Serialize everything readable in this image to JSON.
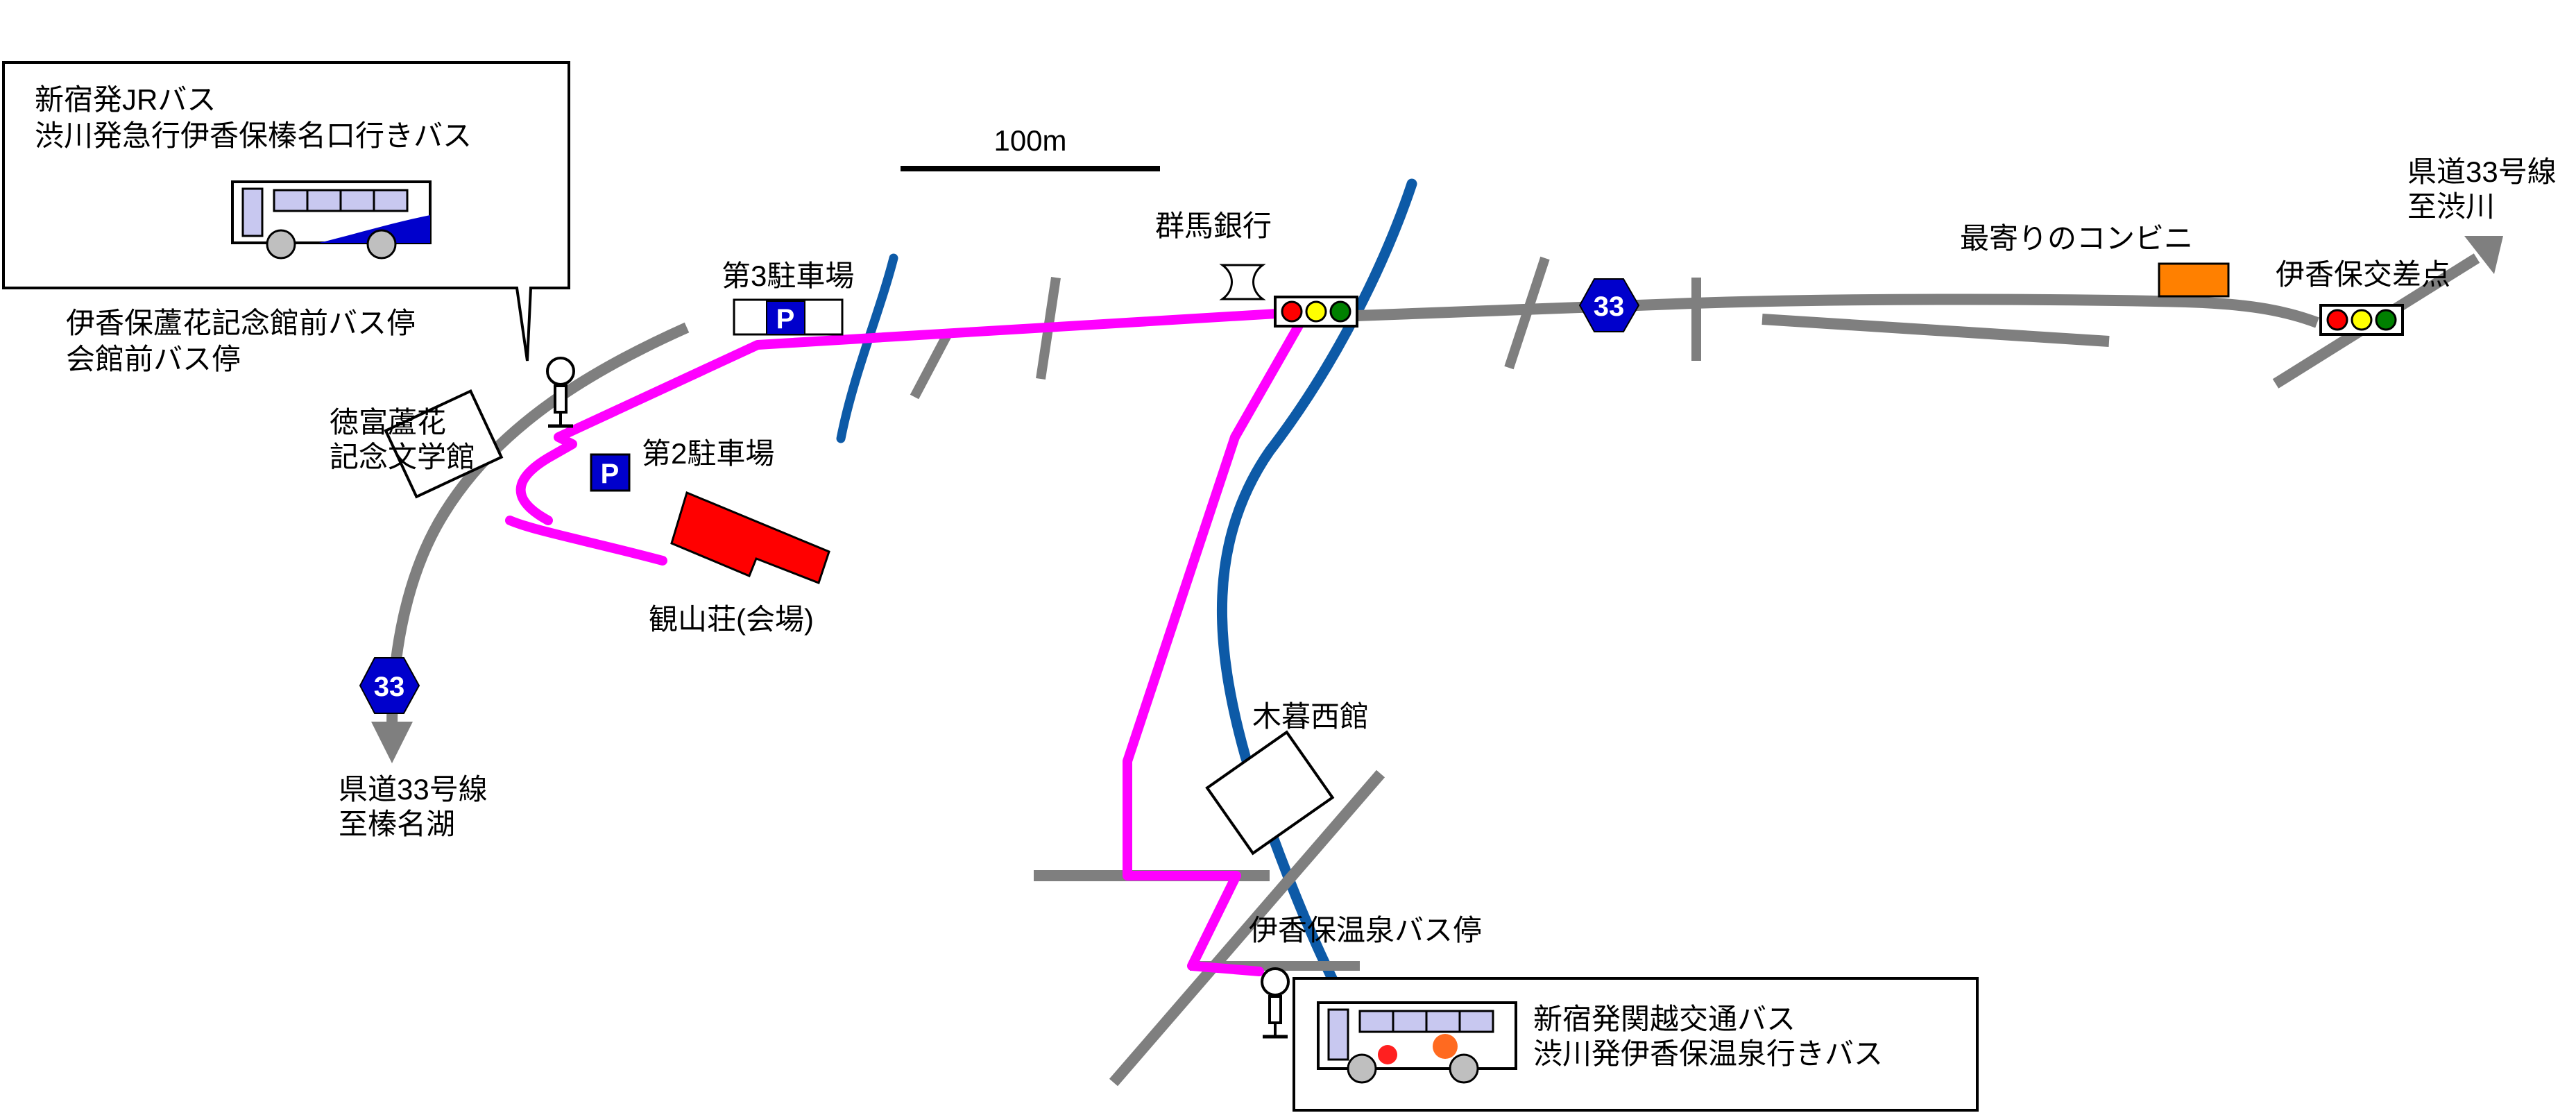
{
  "colors": {
    "route": "#ff00ff",
    "road": "#7f7f7f",
    "river": "#0d5aa7",
    "venue": "#ff0000",
    "convenience_store": "#ff8000",
    "route_badge": "#0000cc",
    "parking": "#0000cc",
    "bus_body": "#c8c8f0",
    "bus_stripe": "#0000cc",
    "light_red": "#ff0000",
    "light_yellow": "#ffff00",
    "light_green": "#008000"
  },
  "scale": {
    "label": "100m"
  },
  "callouts": {
    "jr_bus": {
      "line1": "新宿発JRバス",
      "line2": "渋川発急行伊香保榛名口行きバス"
    },
    "kanetsu_bus": {
      "line1": "新宿発関越交通バス",
      "line2": "渋川発伊香保温泉行きバス"
    }
  },
  "labels": {
    "roka_bus_stop_1": "伊香保蘆花記念館前バス停",
    "roka_bus_stop_2": "会館前バス停",
    "museum_1": "徳富蘆花",
    "museum_2": "記念文学館",
    "parking_3": "第3駐車場",
    "parking_2": "第2駐車場",
    "venue": "観山荘(会場)",
    "bank": "群馬銀行",
    "konbini": "最寄りのコンビニ",
    "ikaho_intersection": "伊香保交差点",
    "pref_road_east_1": "県道33号線",
    "pref_road_east_2": "至渋川",
    "pref_road_west_1": "県道33号線",
    "pref_road_west_2": "至榛名湖",
    "kogure": "木暮西館",
    "onsen_bus_stop": "伊香保温泉バス停"
  },
  "markers": {
    "route_number": "33",
    "parking_letter": "P"
  }
}
